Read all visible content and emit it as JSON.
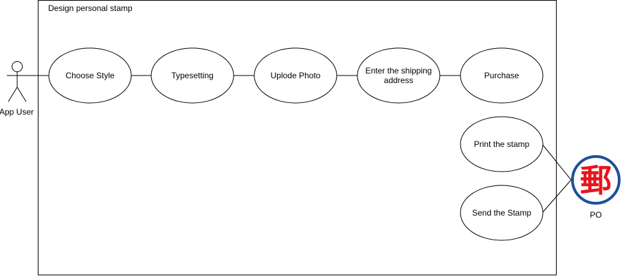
{
  "system": {
    "title": "Design personal stamp"
  },
  "actors": {
    "app_user": {
      "label": "App User"
    },
    "po": {
      "label": "PO",
      "logo_glyph": "郵",
      "logo_color": "#e8141c",
      "ring_color": "#1f4f9c"
    }
  },
  "use_cases": {
    "choose_style": {
      "label": "Choose Style"
    },
    "typesetting": {
      "label": "Typesetting"
    },
    "upload_photo": {
      "label": "Uplode Photo"
    },
    "shipping": {
      "line1": "Enter the shipping",
      "line2": "address"
    },
    "purchase": {
      "label": "Purchase"
    },
    "print_stamp": {
      "label": "Print the stamp"
    },
    "send_stamp": {
      "label": "Send the Stamp"
    }
  }
}
